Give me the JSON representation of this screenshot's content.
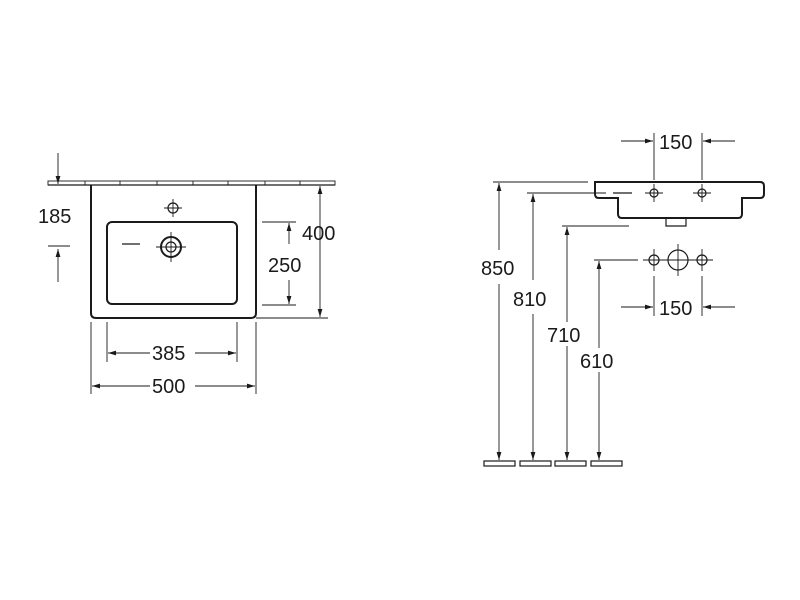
{
  "dimensions": {
    "front_depth_to_tap": "185",
    "overall_depth": "400",
    "bowl_depth": "250",
    "bowl_width": "385",
    "overall_width": "500",
    "tap_hole_spacing": "150",
    "pipe_spacing": "150",
    "height_rim": "850",
    "height_bowl": "810",
    "height_waste": "710",
    "height_supply": "610"
  },
  "colors": {
    "line": "#1a1a1a",
    "background": "#ffffff"
  }
}
